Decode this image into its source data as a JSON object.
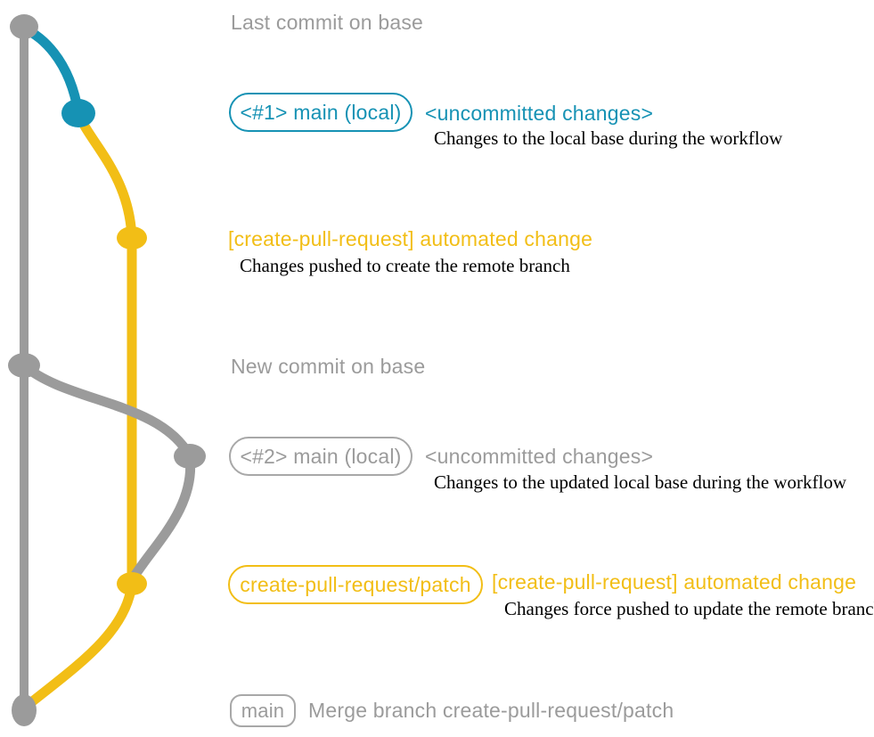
{
  "colors": {
    "teal": "#1692b4",
    "yellow": "#f2be16",
    "gray": "#9b9b9b",
    "caption_black": "#000000",
    "background": "#ffffff"
  },
  "graph": {
    "type": "git-branch-diagram",
    "commit_dots": [
      {
        "id": "last-commit-on-base",
        "color": "gray"
      },
      {
        "id": "local-main-commit-1",
        "color": "teal"
      },
      {
        "id": "patch-branch-commit-1",
        "color": "yellow"
      },
      {
        "id": "new-commit-on-base",
        "color": "gray"
      },
      {
        "id": "local-main-commit-2",
        "color": "gray"
      },
      {
        "id": "patch-branch-commit-2",
        "color": "yellow"
      },
      {
        "id": "merge-commit-on-base",
        "color": "gray"
      }
    ]
  },
  "annotations": {
    "last_commit_label": "Last commit on base",
    "step1": {
      "branch_tag": "<#1> main (local)",
      "status": "<uncommitted changes>",
      "caption": "Changes to the local base during the workflow"
    },
    "step2": {
      "message": "[create-pull-request] automated change",
      "caption": "Changes pushed to create the remote branch"
    },
    "new_commit_label": "New commit on base",
    "step3": {
      "branch_tag": "<#2> main (local)",
      "status": "<uncommitted changes>",
      "caption": "Changes to the updated local base during the workflow"
    },
    "step4": {
      "branch_tag": "create-pull-request/patch",
      "message": "[create-pull-request] automated change",
      "caption": "Changes force pushed to update the remote branch"
    },
    "merge": {
      "branch_tag": "main",
      "message": "Merge branch create-pull-request/patch"
    }
  }
}
